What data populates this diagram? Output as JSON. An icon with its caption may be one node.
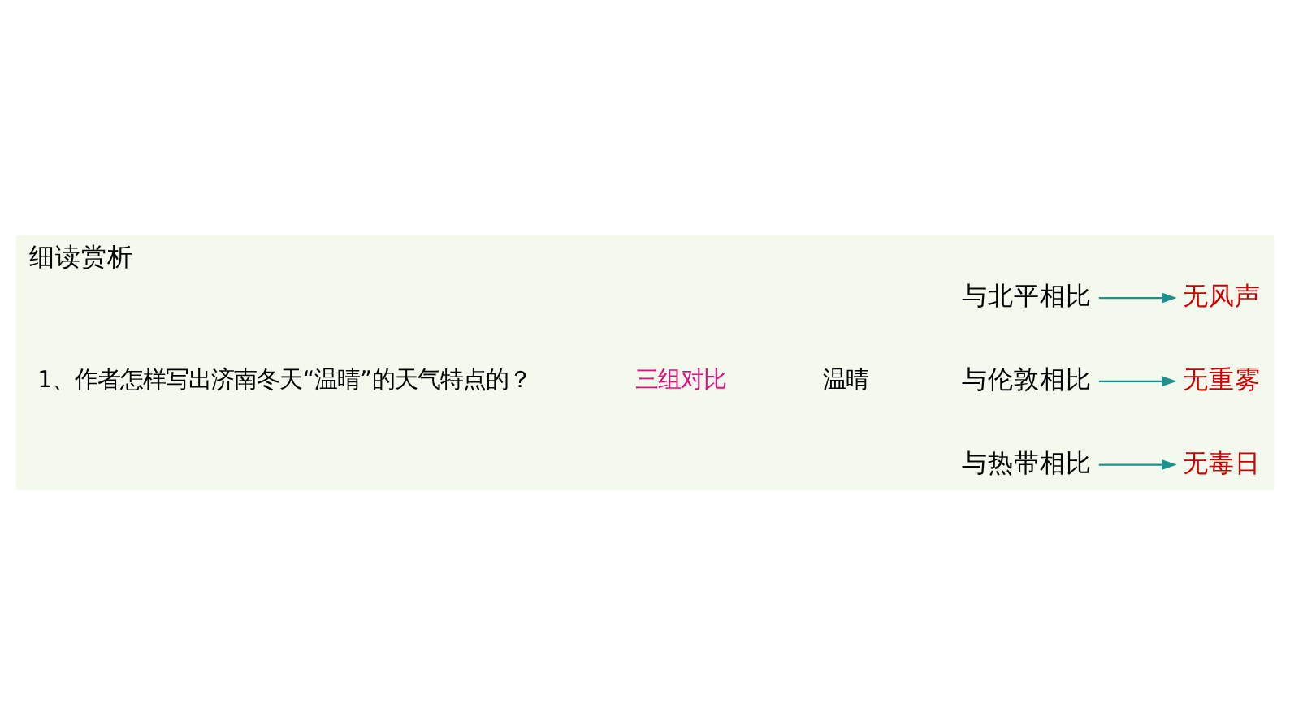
{
  "diagram": {
    "title": "细读赏析",
    "nodes": [
      {
        "text": [
          "三组对比"
        ]
      },
      {
        "text": [
          "温晴"
        ]
      },
      {
        "text": [
          "与北平相比"
        ]
      },
      {
        "text": [
          "无风声"
        ]
      },
      {
        "text": [
          "与伦敦相比"
        ]
      },
      {
        "text": [
          "无重雾"
        ]
      },
      {
        "text": [
          "与热带相比"
        ]
      },
      {
        "text": [
          "无毒日"
        ]
      }
    ],
    "edges": [
      {
        "from": 2,
        "to": 3,
        "arrow": "to"
      },
      {
        "from": 4,
        "to": 5,
        "arrow": "to"
      },
      {
        "from": 6,
        "to": 7,
        "arrow": "to"
      }
    ],
    "labels": [
      "1、作者怎样写出济南冬天“温晴”的天气特点的？"
    ]
  }
}
